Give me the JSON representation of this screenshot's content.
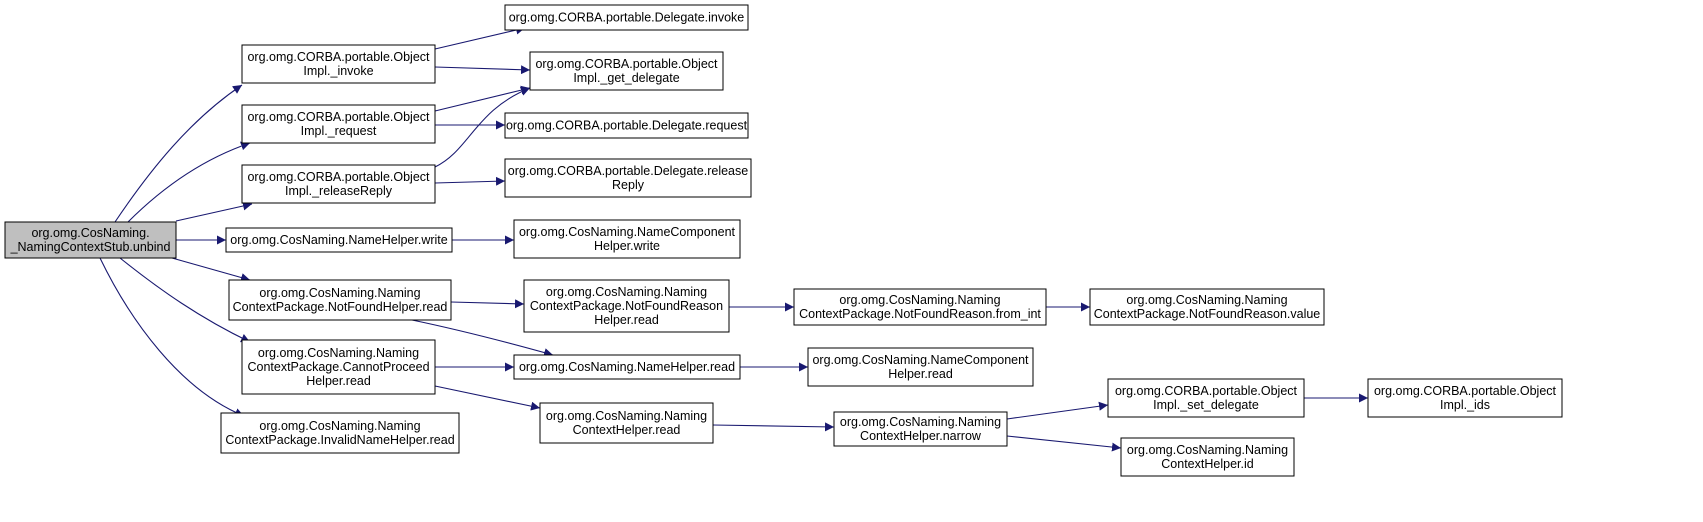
{
  "graph": {
    "edge_color": "#191970",
    "root_fill": "#bfbfbf",
    "nodes": [
      {
        "id": "root",
        "lines": [
          "org.omg.CosNaming.",
          "_NamingContextStub.unbind"
        ]
      },
      {
        "id": "n_invoke",
        "lines": [
          "org.omg.CORBA.portable.Object",
          "Impl._invoke"
        ]
      },
      {
        "id": "n_request",
        "lines": [
          "org.omg.CORBA.portable.Object",
          "Impl._request"
        ]
      },
      {
        "id": "n_releaseReply",
        "lines": [
          "org.omg.CORBA.portable.Object",
          "Impl._releaseReply"
        ]
      },
      {
        "id": "n_namehelper_write",
        "lines": [
          "org.omg.CosNaming.NameHelper.write"
        ]
      },
      {
        "id": "n_notfound_read",
        "lines": [
          "org.omg.CosNaming.Naming",
          "ContextPackage.NotFoundHelper.read"
        ]
      },
      {
        "id": "n_cannotproceed_read",
        "lines": [
          "org.omg.CosNaming.Naming",
          "ContextPackage.CannotProceed",
          "Helper.read"
        ]
      },
      {
        "id": "n_invalidname_read",
        "lines": [
          "org.omg.CosNaming.Naming",
          "ContextPackage.InvalidNameHelper.read"
        ]
      },
      {
        "id": "n_delegate_invoke",
        "lines": [
          "org.omg.CORBA.portable.Delegate.invoke"
        ]
      },
      {
        "id": "n_get_delegate",
        "lines": [
          "org.omg.CORBA.portable.Object",
          "Impl._get_delegate"
        ]
      },
      {
        "id": "n_delegate_request",
        "lines": [
          "org.omg.CORBA.portable.Delegate.request"
        ]
      },
      {
        "id": "n_delegate_release",
        "lines": [
          "org.omg.CORBA.portable.Delegate.release",
          "Reply"
        ]
      },
      {
        "id": "n_namecomp_write",
        "lines": [
          "org.omg.CosNaming.NameComponent",
          "Helper.write"
        ]
      },
      {
        "id": "n_notfoundreason_read",
        "lines": [
          "org.omg.CosNaming.Naming",
          "ContextPackage.NotFoundReason",
          "Helper.read"
        ]
      },
      {
        "id": "n_namehelper_read",
        "lines": [
          "org.omg.CosNaming.NameHelper.read"
        ]
      },
      {
        "id": "n_contexthelper_read",
        "lines": [
          "org.omg.CosNaming.Naming",
          "ContextHelper.read"
        ]
      },
      {
        "id": "n_from_int",
        "lines": [
          "org.omg.CosNaming.Naming",
          "ContextPackage.NotFoundReason.from_int"
        ]
      },
      {
        "id": "n_namecomp_read",
        "lines": [
          "org.omg.CosNaming.NameComponent",
          "Helper.read"
        ]
      },
      {
        "id": "n_narrow",
        "lines": [
          "org.omg.CosNaming.Naming",
          "ContextHelper.narrow"
        ]
      },
      {
        "id": "n_value",
        "lines": [
          "org.omg.CosNaming.Naming",
          "ContextPackage.NotFoundReason.value"
        ]
      },
      {
        "id": "n_set_delegate",
        "lines": [
          "org.omg.CORBA.portable.Object",
          "Impl._set_delegate"
        ]
      },
      {
        "id": "n_contexthelper_id",
        "lines": [
          "org.omg.CosNaming.Naming",
          "ContextHelper.id"
        ]
      },
      {
        "id": "n_ids",
        "lines": [
          "org.omg.CORBA.portable.Object",
          "Impl._ids"
        ]
      }
    ],
    "edges": [
      {
        "from": "root",
        "to": "n_invoke"
      },
      {
        "from": "root",
        "to": "n_request"
      },
      {
        "from": "root",
        "to": "n_releaseReply"
      },
      {
        "from": "root",
        "to": "n_namehelper_write"
      },
      {
        "from": "root",
        "to": "n_notfound_read"
      },
      {
        "from": "root",
        "to": "n_cannotproceed_read"
      },
      {
        "from": "root",
        "to": "n_invalidname_read"
      },
      {
        "from": "n_invoke",
        "to": "n_delegate_invoke"
      },
      {
        "from": "n_invoke",
        "to": "n_get_delegate"
      },
      {
        "from": "n_request",
        "to": "n_get_delegate"
      },
      {
        "from": "n_request",
        "to": "n_delegate_request"
      },
      {
        "from": "n_releaseReply",
        "to": "n_get_delegate"
      },
      {
        "from": "n_releaseReply",
        "to": "n_delegate_release"
      },
      {
        "from": "n_namehelper_write",
        "to": "n_namecomp_write"
      },
      {
        "from": "n_notfound_read",
        "to": "n_notfoundreason_read"
      },
      {
        "from": "n_notfound_read",
        "to": "n_namehelper_read"
      },
      {
        "from": "n_notfoundreason_read",
        "to": "n_from_int"
      },
      {
        "from": "n_from_int",
        "to": "n_value"
      },
      {
        "from": "n_cannotproceed_read",
        "to": "n_namehelper_read"
      },
      {
        "from": "n_cannotproceed_read",
        "to": "n_contexthelper_read"
      },
      {
        "from": "n_namehelper_read",
        "to": "n_namecomp_read"
      },
      {
        "from": "n_contexthelper_read",
        "to": "n_narrow"
      },
      {
        "from": "n_narrow",
        "to": "n_set_delegate"
      },
      {
        "from": "n_narrow",
        "to": "n_contexthelper_id"
      },
      {
        "from": "n_set_delegate",
        "to": "n_ids"
      }
    ]
  }
}
